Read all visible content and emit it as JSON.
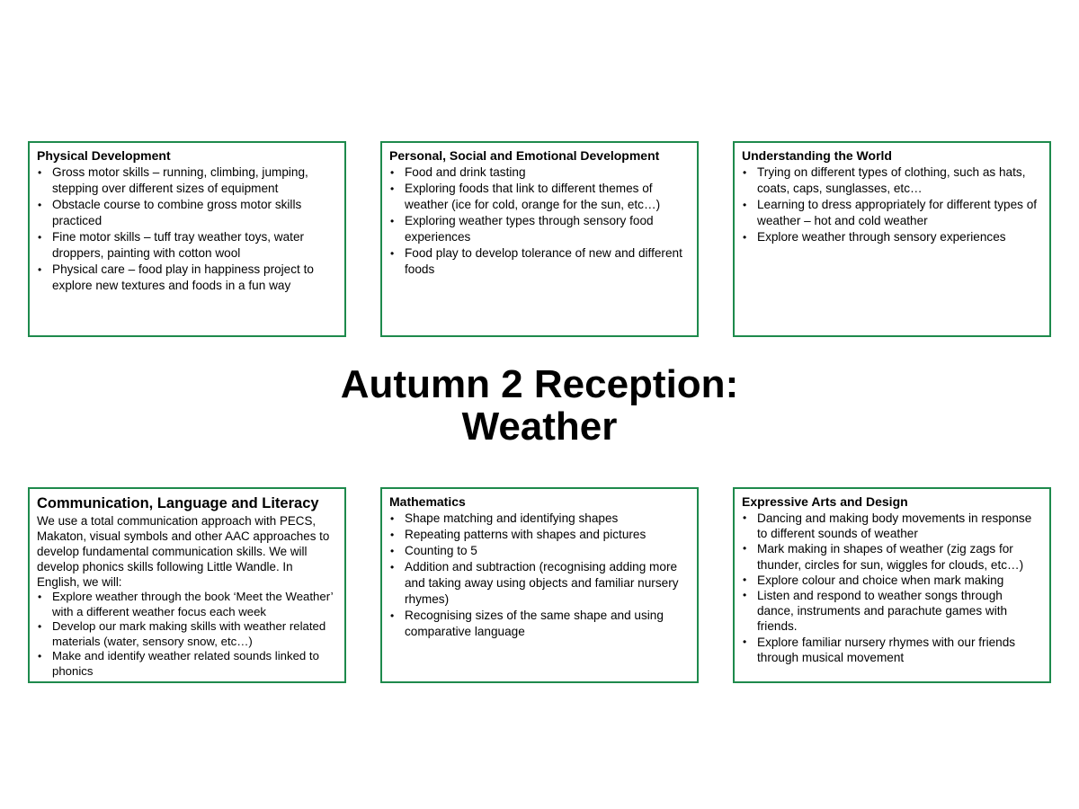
{
  "title": {
    "line1": "Autumn 2 Reception:",
    "line2": "Weather"
  },
  "accent_color": "#1e8a4c",
  "boxes": {
    "physical": {
      "heading": "Physical Development",
      "items": [
        "Gross motor skills – running, climbing, jumping, stepping over different sizes of equipment",
        "Obstacle course to combine gross motor skills practiced",
        "Fine motor skills – tuff tray weather toys, water droppers, painting with cotton wool",
        "Physical care – food play in happiness project to explore new textures and foods in a fun way"
      ]
    },
    "psed": {
      "heading": "Personal, Social and Emotional Development",
      "items": [
        "Food and drink tasting",
        "Exploring foods that link to different themes of weather (ice for cold, orange for the sun, etc…)",
        "Exploring weather types through sensory food experiences",
        "Food play to develop tolerance of new and different foods"
      ]
    },
    "world": {
      "heading": "Understanding the World",
      "items": [
        "Trying on different types of clothing, such as hats, coats, caps, sunglasses, etc…",
        "Learning to dress appropriately for different types of weather – hot and cold weather",
        "Explore weather through sensory experiences"
      ]
    },
    "cll": {
      "heading": "Communication, Language and Literacy",
      "intro": "We use a total communication approach with PECS, Makaton, visual symbols and other AAC approaches to develop fundamental communication skills. We will develop phonics skills following Little Wandle. In English, we will:",
      "items": [
        "Explore weather through the book ‘Meet the Weather’ with a different weather focus each week",
        "Develop our mark making skills with weather related materials (water, sensory snow, etc…)",
        "Make and identify weather related sounds linked to phonics"
      ]
    },
    "maths": {
      "heading": "Mathematics",
      "items": [
        "Shape matching and identifying shapes",
        "Repeating patterns with shapes and pictures",
        "Counting to 5",
        "Addition and subtraction (recognising adding more and taking away using objects and familiar nursery rhymes)",
        "Recognising sizes of the same shape and using comparative language"
      ]
    },
    "ead": {
      "heading": "Expressive Arts and Design",
      "items": [
        "Dancing and making body movements in response to different sounds of weather",
        "Mark making in shapes of weather (zig zags for thunder, circles for sun, wiggles for clouds, etc…)",
        "Explore colour and choice when mark making",
        "Listen and respond to weather songs through dance, instruments and parachute games with friends.",
        "Explore familiar nursery rhymes with our friends through musical movement"
      ]
    }
  }
}
